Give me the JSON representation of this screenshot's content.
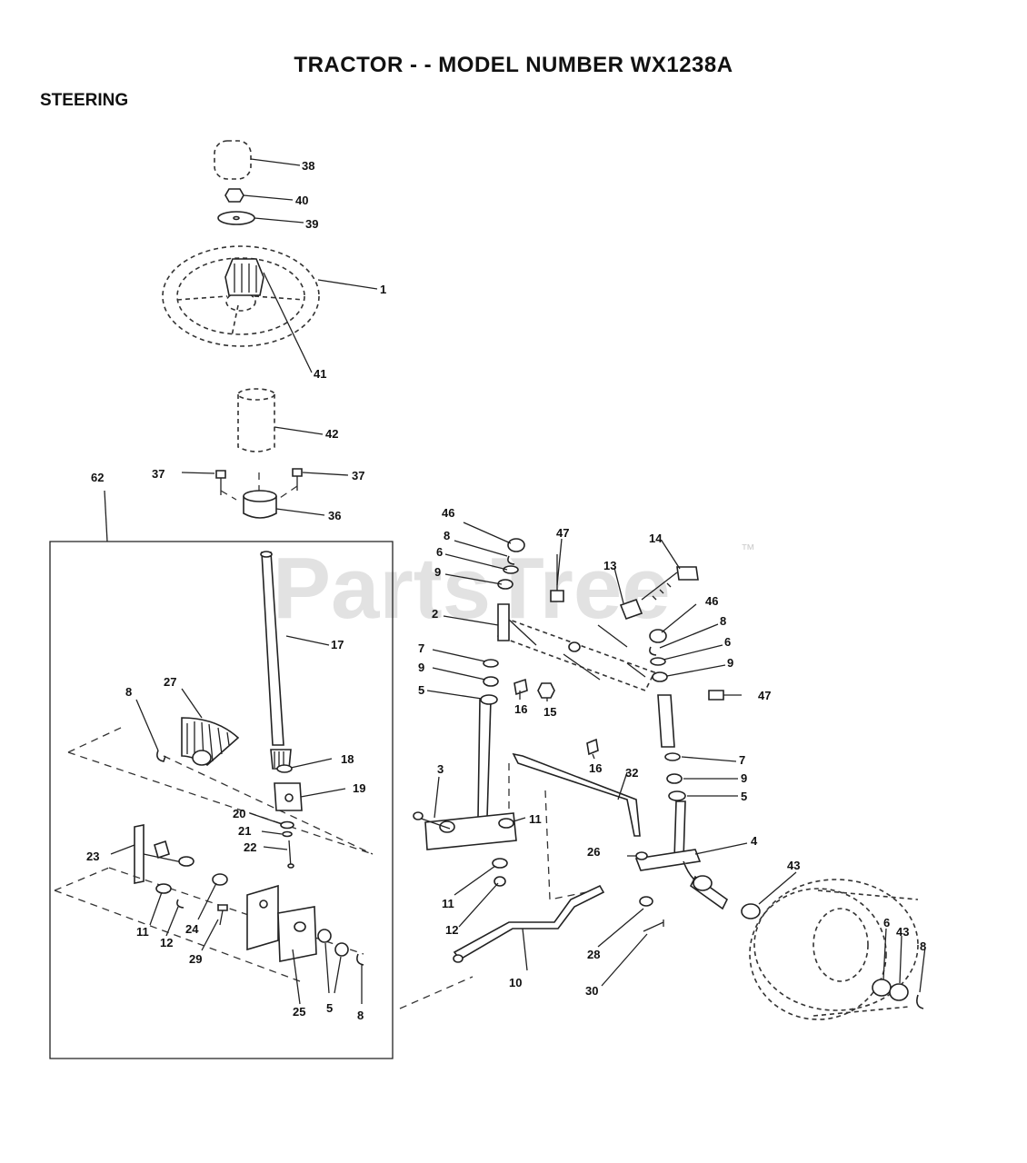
{
  "title": "TRACTOR - - MODEL NUMBER WX1238A",
  "section": "STEERING",
  "watermark": {
    "text": "PartsTree",
    "trademark": "™"
  },
  "callouts": {
    "c38": "38",
    "c40": "40",
    "c39": "39",
    "c1": "1",
    "c41": "41",
    "c42": "42",
    "c37a": "37",
    "c37b": "37",
    "c36": "36",
    "c62": "62",
    "c17": "17",
    "c27": "27",
    "c8a": "8",
    "c18": "18",
    "c19": "19",
    "c20": "20",
    "c21": "21",
    "c22": "22",
    "c23": "23",
    "c11a": "11",
    "c12a": "12",
    "c24": "24",
    "c29": "29",
    "c25": "25",
    "c5a": "5",
    "c8b": "8",
    "c46a": "46",
    "c8c": "8",
    "c6a": "6",
    "c9a": "9",
    "c47a": "47",
    "c13": "13",
    "c14": "14",
    "c2": "2",
    "c7a": "7",
    "c9b": "9",
    "c9c": "9",
    "c5b": "5",
    "c16a": "16",
    "c15": "15",
    "c16b": "16",
    "c46b": "46",
    "c8d": "8",
    "c6b": "6",
    "c9d": "9",
    "c47b": "47",
    "c7b": "7",
    "c9e": "9",
    "c5c": "5",
    "c3": "3",
    "c32": "32",
    "c11b": "11",
    "c26": "26",
    "c4": "4",
    "c11c": "11",
    "c12b": "12",
    "c43a": "43",
    "c28": "28",
    "c10": "10",
    "c30": "30",
    "c6c": "6",
    "c43b": "43",
    "c8e": "8"
  }
}
